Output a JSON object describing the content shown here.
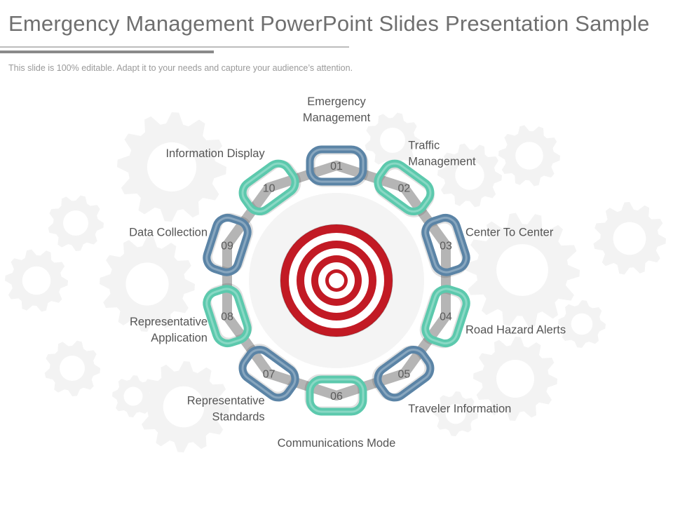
{
  "slide": {
    "title": "Emergency Management PowerPoint Slides Presentation Sample",
    "subtitle": "This slide is 100% editable. Adapt it to your needs and capture your audience’s attention."
  },
  "colors": {
    "blue": "#5b84a6",
    "teal": "#5cc9ad",
    "connector": "#b5b5b5",
    "target_red": "#c21a24",
    "gear": "#f3f3f3"
  },
  "center_icon": "bullseye-target-icon",
  "chain": {
    "items": [
      {
        "number": "01",
        "color": "blue",
        "label": [
          "Emergency",
          "Management"
        ]
      },
      {
        "number": "02",
        "color": "teal",
        "label": [
          "Traffic",
          "Management"
        ]
      },
      {
        "number": "03",
        "color": "blue",
        "label": [
          "Center To Center"
        ]
      },
      {
        "number": "04",
        "color": "teal",
        "label": [
          "Road Hazard Alerts"
        ]
      },
      {
        "number": "05",
        "color": "blue",
        "label": [
          "Traveler Information"
        ]
      },
      {
        "number": "06",
        "color": "teal",
        "label": [
          "Communications Mode"
        ]
      },
      {
        "number": "07",
        "color": "blue",
        "label": [
          "Representative",
          "Standards"
        ]
      },
      {
        "number": "08",
        "color": "teal",
        "label": [
          "Representative",
          "Application"
        ]
      },
      {
        "number": "09",
        "color": "blue",
        "label": [
          "Data Collection"
        ]
      },
      {
        "number": "10",
        "color": "teal",
        "label": [
          "Information Display"
        ]
      }
    ]
  }
}
